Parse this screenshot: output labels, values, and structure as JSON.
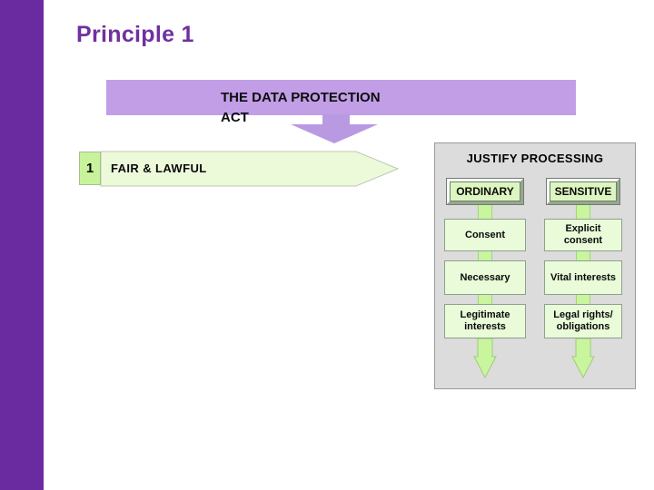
{
  "slide": {
    "title": "Principle 1",
    "banner": {
      "line1": "THE DATA PROTECTION",
      "line2": "ACT"
    },
    "principle": {
      "number": "1",
      "label": "FAIR & LAWFUL"
    },
    "panel": {
      "title": "JUSTIFY PROCESSING",
      "columns": [
        {
          "header": "ORDINARY",
          "items": [
            "Consent",
            "Necessary",
            "Legitimate interests"
          ]
        },
        {
          "header": "SENSITIVE",
          "items": [
            "Explicit consent",
            "Vital interests",
            "Legal rights/ obligations"
          ]
        }
      ]
    },
    "colors": {
      "sidebar_purple": "#6a2aa0",
      "title_purple": "#7030a0",
      "banner_lavender": "#c19ee6",
      "arrow_lavender": "#b99ae2",
      "chevron_green": "#ecfada",
      "number_green": "#c8f29b",
      "box_green": "#e9fbd9",
      "stem_green": "#c9f59e",
      "panel_gray": "#dcdcdc"
    }
  }
}
